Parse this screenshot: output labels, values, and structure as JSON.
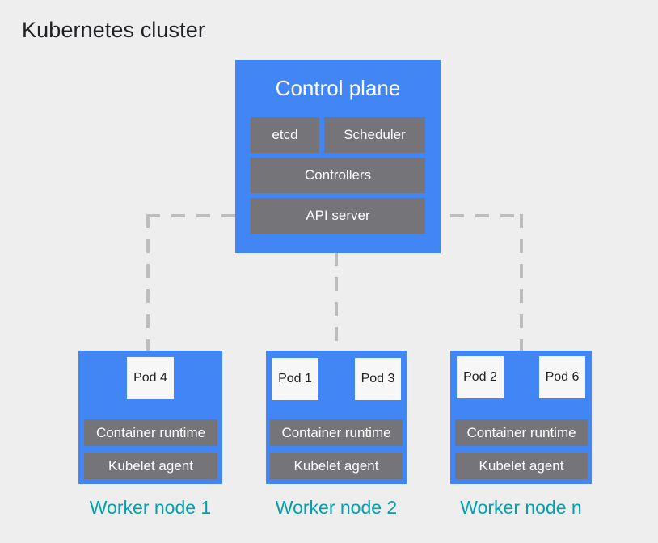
{
  "title": "Kubernetes cluster",
  "colors": {
    "background": "#eeeeee",
    "node_blue": "#4285f4",
    "component_gray": "#757579",
    "pod_white": "#f7f7f7",
    "caption_teal": "#00a0b0",
    "connector_gray": "#bdbdbd",
    "title_black": "#202124"
  },
  "control_plane": {
    "title": "Control plane",
    "components": [
      {
        "label": "etcd"
      },
      {
        "label": "Scheduler"
      },
      {
        "label": "Controllers"
      },
      {
        "label": "API server"
      }
    ]
  },
  "worker_nodes": [
    {
      "caption": "Worker node 1",
      "pods": [
        {
          "label": "Pod 4"
        }
      ],
      "runtime_label": "Container runtime",
      "kubelet_label": "Kubelet agent"
    },
    {
      "caption": "Worker node 2",
      "pods": [
        {
          "label": "Pod 1"
        },
        {
          "label": "Pod 3"
        }
      ],
      "runtime_label": "Container runtime",
      "kubelet_label": "Kubelet agent"
    },
    {
      "caption": "Worker node n",
      "pods": [
        {
          "label": "Pod 2"
        },
        {
          "label": "Pod 6"
        }
      ],
      "runtime_label": "Container runtime",
      "kubelet_label": "Kubelet agent"
    }
  ],
  "connectors": {
    "style": "dashed",
    "links": [
      {
        "from": "API server",
        "to": "Worker node 1"
      },
      {
        "from": "Control plane",
        "to": "Worker node 2"
      },
      {
        "from": "API server",
        "to": "Worker node n"
      }
    ]
  }
}
